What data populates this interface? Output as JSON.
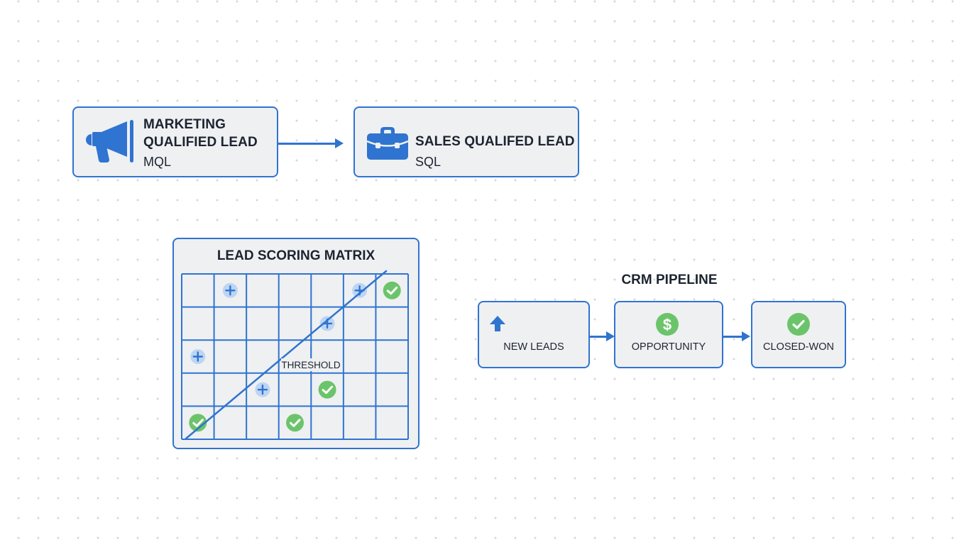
{
  "colors": {
    "accent": "#2f74d0",
    "success": "#6cc46a",
    "card_bg": "#eff0f2",
    "text": "#1c2430",
    "plus_badge_bg": "#bcd5f3"
  },
  "funnel": {
    "mql": {
      "icon": "megaphone-icon",
      "title_line1": "MARKETING",
      "title_line2": "QUALIFIED LEAD",
      "abbreviation": "MQL"
    },
    "sql": {
      "icon": "briefcase-icon",
      "title": "SALES QUALIFED LEAD",
      "abbreviation": "SQL"
    },
    "connector": "arrow-right-icon"
  },
  "matrix": {
    "title": "LEAD SCORING MATRIX",
    "columns": 7,
    "rows": 5,
    "threshold_label": "THRESHOLD",
    "markers": [
      {
        "type": "plus",
        "col": 1,
        "row": 0
      },
      {
        "type": "plus",
        "col": 5,
        "row": 0
      },
      {
        "type": "check",
        "col": 6,
        "row": 0
      },
      {
        "type": "plus",
        "col": 4,
        "row": 1
      },
      {
        "type": "plus",
        "col": 0,
        "row": 2
      },
      {
        "type": "plus",
        "col": 2,
        "row": 3
      },
      {
        "type": "check",
        "col": 4,
        "row": 3
      },
      {
        "type": "check",
        "col": 0,
        "row": 4
      },
      {
        "type": "check",
        "col": 3,
        "row": 4
      }
    ]
  },
  "pipeline": {
    "title": "CRM PIPELINE",
    "stages": [
      {
        "label": "NEW LEADS",
        "icon": "arrow-up-icon"
      },
      {
        "label": "OPPORTUNITY",
        "icon": "dollar-icon"
      },
      {
        "label": "CLOSED-WON",
        "icon": "check-circle-icon"
      }
    ]
  }
}
